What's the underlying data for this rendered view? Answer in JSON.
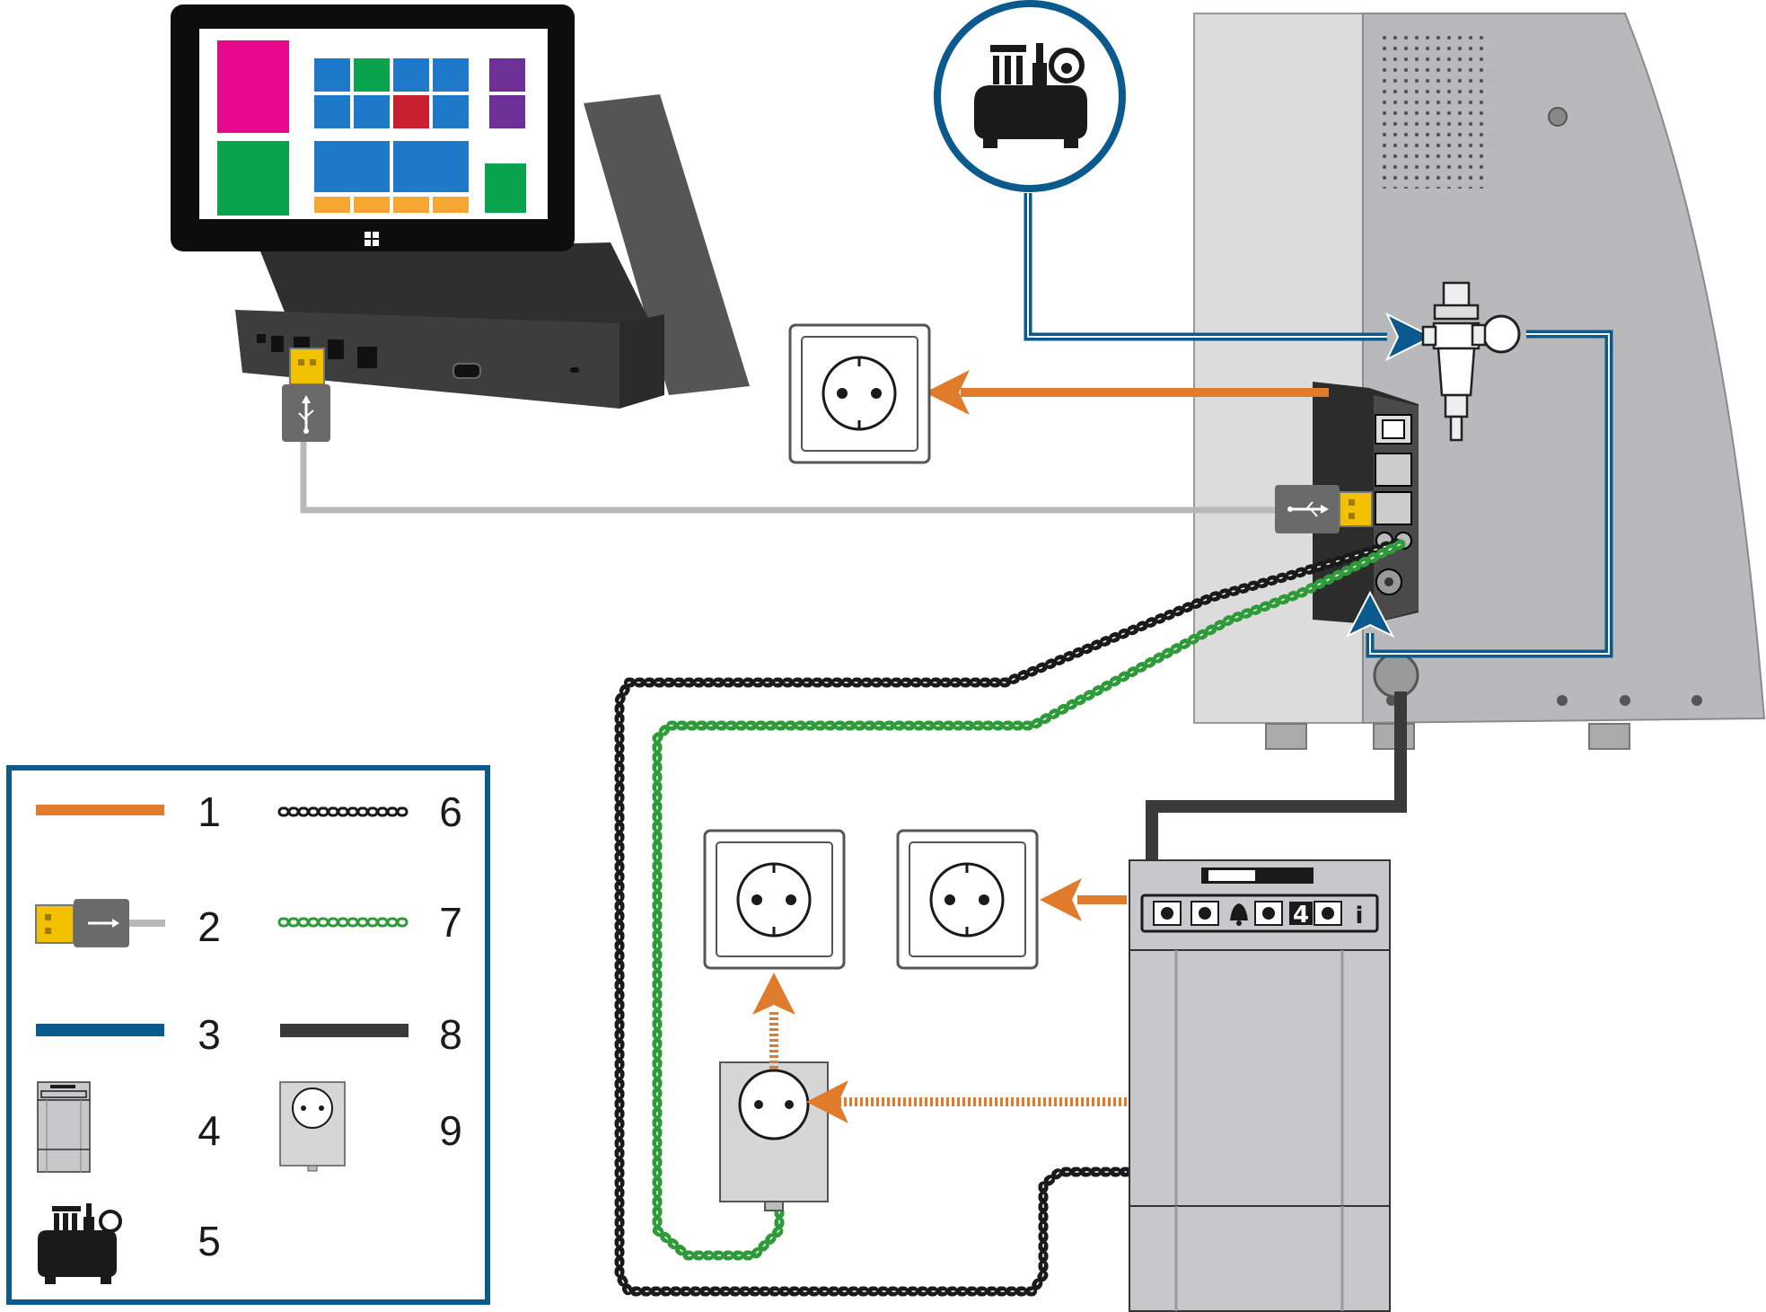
{
  "diagram": {
    "kind": "installation-connection-diagram",
    "colors": {
      "power_cable": "#E07B2C",
      "usb_cable": "#B8B8B8",
      "compressed_air": "#0B5A8E",
      "drain_hose": "#3A3A3A",
      "signal_cable_black": "#1a1a1a",
      "signal_cable_green": "#2E9A3A",
      "device_gray": "#C9C9CB",
      "usb_plug_yellow": "#F2C200",
      "legend_border": "#0B5A8E"
    },
    "legend": {
      "items": [
        {
          "num": "1",
          "symbol": "orange-line"
        },
        {
          "num": "2",
          "symbol": "usb-cable"
        },
        {
          "num": "3",
          "symbol": "blue-line"
        },
        {
          "num": "4",
          "symbol": "extraction-unit"
        },
        {
          "num": "5",
          "symbol": "compressor"
        },
        {
          "num": "6",
          "symbol": "black-zigzag-cable"
        },
        {
          "num": "7",
          "symbol": "green-zigzag-cable"
        },
        {
          "num": "8",
          "symbol": "dark-gray-line"
        },
        {
          "num": "9",
          "symbol": "switched-socket"
        }
      ]
    },
    "extraction_unit": {
      "panel_digit": "4",
      "panel_info": "i",
      "bell_icon": "bell-icon"
    }
  }
}
